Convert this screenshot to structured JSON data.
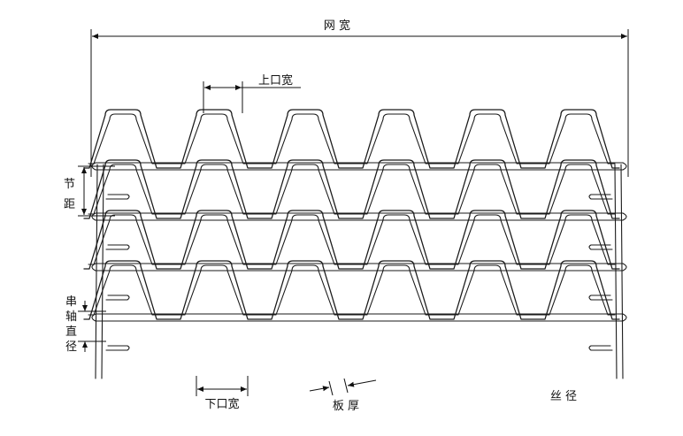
{
  "labels": {
    "net_width": "网 宽",
    "top_opening": "上口宽",
    "pitch_1": "节",
    "pitch_2": "距",
    "rod_1": "串",
    "rod_2": "轴",
    "rod_3": "直",
    "rod_4": "径",
    "bottom_opening": "下口宽",
    "plate_thickness": "板 厚",
    "wire_diameter": "丝 径"
  },
  "mesh": {
    "rows": 4,
    "waves_per_row": 6
  }
}
